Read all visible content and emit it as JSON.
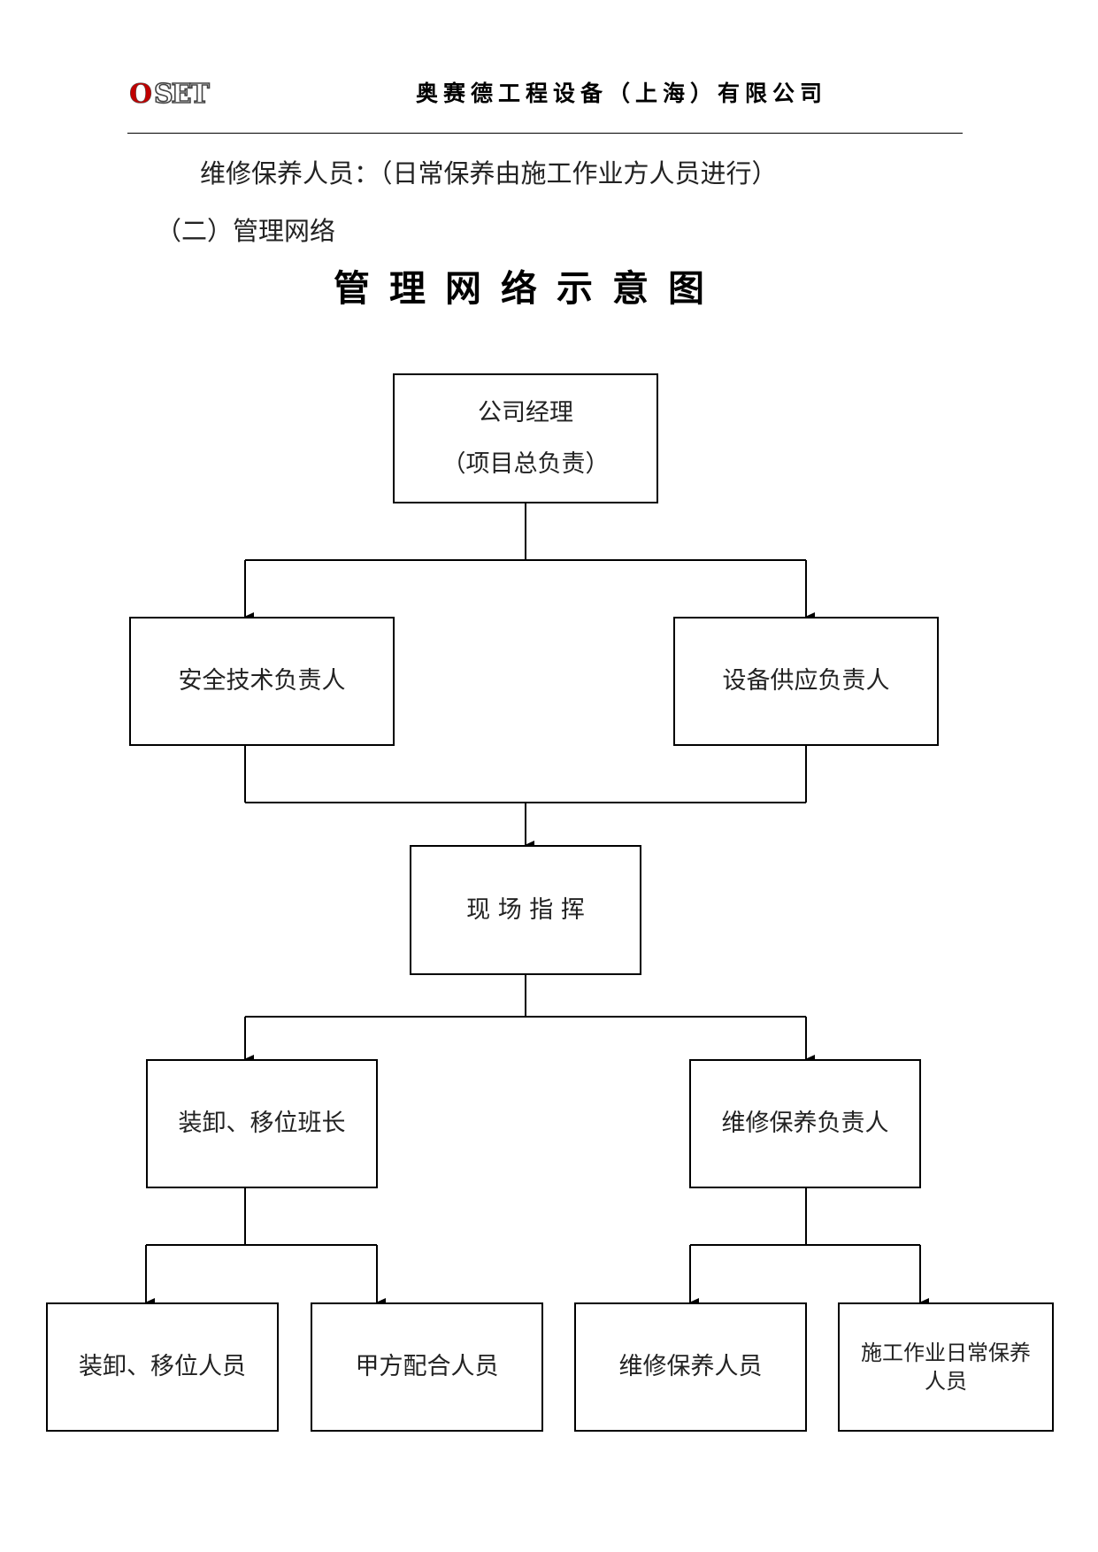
{
  "header": {
    "logo_text": "OSET",
    "company_name": "奥赛德工程设备（上海）有限公司"
  },
  "intro": {
    "line1": "维修保养人员：（日常保养由施工作业方人员进行）",
    "line2": "（二）管理网络"
  },
  "diagram": {
    "title": "管理网络示意图",
    "nodes": {
      "manager": {
        "line1": "公司经理",
        "line2": "（项目总负责）"
      },
      "safety_tech": {
        "label": "安全技术负责人"
      },
      "equipment_supply": {
        "label": "设备供应负责人"
      },
      "site_command": {
        "label": "现 场 指 挥"
      },
      "handling_leader": {
        "label": "装卸、移位班长"
      },
      "maintenance_lead": {
        "label": "维修保养负责人"
      },
      "handling_staff": {
        "label": "装卸、移位人员"
      },
      "client_staff": {
        "label": "甲方配合人员"
      },
      "maintenance_staff": {
        "label": "维修保养人员"
      },
      "contractor_staff": {
        "line1": "施工作业日常保养",
        "line2": "人员"
      }
    }
  }
}
